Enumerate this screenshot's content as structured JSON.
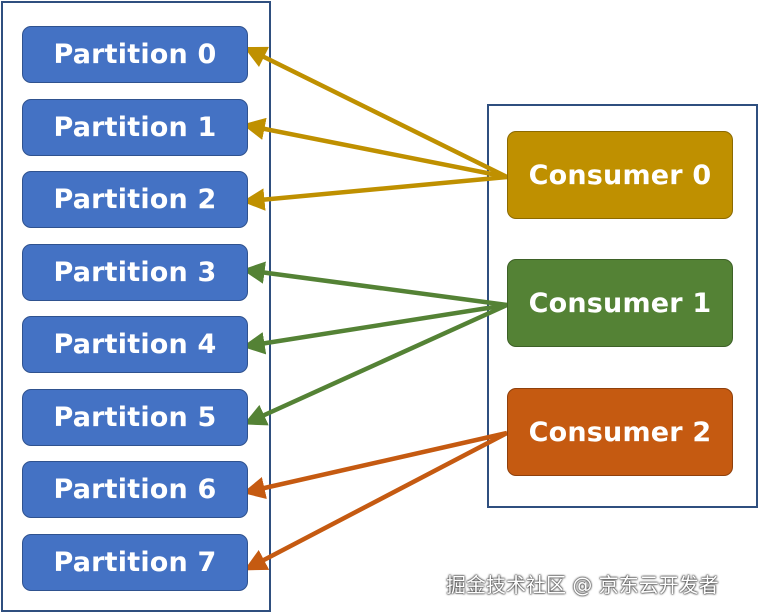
{
  "partitions": [
    {
      "label": "Partition 0",
      "consumer": 0
    },
    {
      "label": "Partition 1",
      "consumer": 0
    },
    {
      "label": "Partition 2",
      "consumer": 0
    },
    {
      "label": "Partition 3",
      "consumer": 1
    },
    {
      "label": "Partition 4",
      "consumer": 1
    },
    {
      "label": "Partition 5",
      "consumer": 1
    },
    {
      "label": "Partition 6",
      "consumer": 2
    },
    {
      "label": "Partition 7",
      "consumer": 2
    }
  ],
  "consumers": [
    {
      "label": "Consumer 0",
      "color": "#bf9000"
    },
    {
      "label": "Consumer 1",
      "color": "#548235"
    },
    {
      "label": "Consumer 2",
      "color": "#c55a11"
    }
  ],
  "colors": {
    "partition_fill": "#4472c4",
    "box_border": "#2f4f7f"
  },
  "watermark": "掘金技术社区 @ 京东云开发者"
}
